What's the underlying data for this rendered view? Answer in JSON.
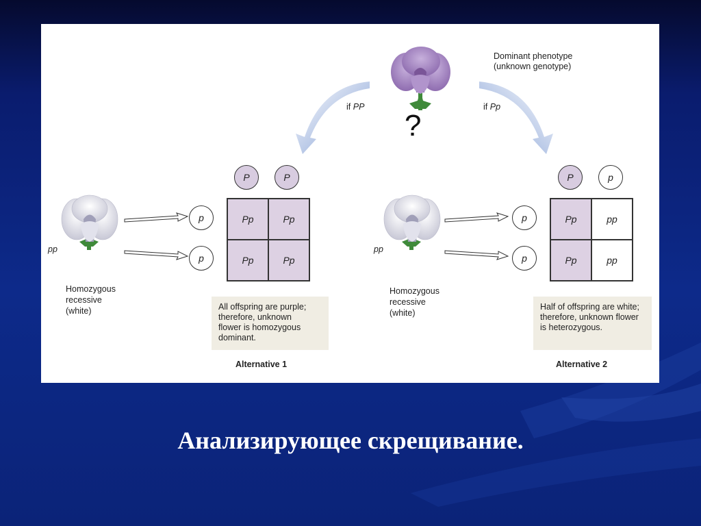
{
  "figure": {
    "top_flower_label_line1": "Dominant phenotype",
    "top_flower_label_line2": "(unknown genotype)",
    "question_mark": "?",
    "if_left_prefix": "if ",
    "if_left_genotype": "PP",
    "if_right_prefix": "if ",
    "if_right_genotype": "Pp",
    "alternative_1": {
      "title": "Alternative 1",
      "flower_genotype": "pp",
      "flower_label": [
        "Homozygous",
        "recessive",
        "(white)"
      ],
      "top_alleles": [
        "P",
        "P"
      ],
      "side_alleles": [
        "p",
        "p"
      ],
      "cells": [
        "Pp",
        "Pp",
        "Pp",
        "Pp"
      ],
      "note": [
        "All offspring are purple;",
        "therefore, unknown",
        "flower is homozygous",
        "dominant."
      ]
    },
    "alternative_2": {
      "title": "Alternative 2",
      "flower_genotype": "pp",
      "flower_label": [
        "Homozygous",
        "recessive",
        "(white)"
      ],
      "top_alleles": [
        "P",
        "p"
      ],
      "side_alleles": [
        "p",
        "p"
      ],
      "cells": [
        "Pp",
        "pp",
        "Pp",
        "pp"
      ],
      "note": [
        "Half of offspring are white;",
        "therefore, unknown flower",
        "is heterozygous."
      ]
    },
    "colors": {
      "purple_flower": "#9a7bb8",
      "purple_cell": "#ddd1e3",
      "note_bg": "#f0ede3",
      "arrow": "#8da8d8"
    }
  },
  "slide_title": "Анализирующее скрещивание."
}
